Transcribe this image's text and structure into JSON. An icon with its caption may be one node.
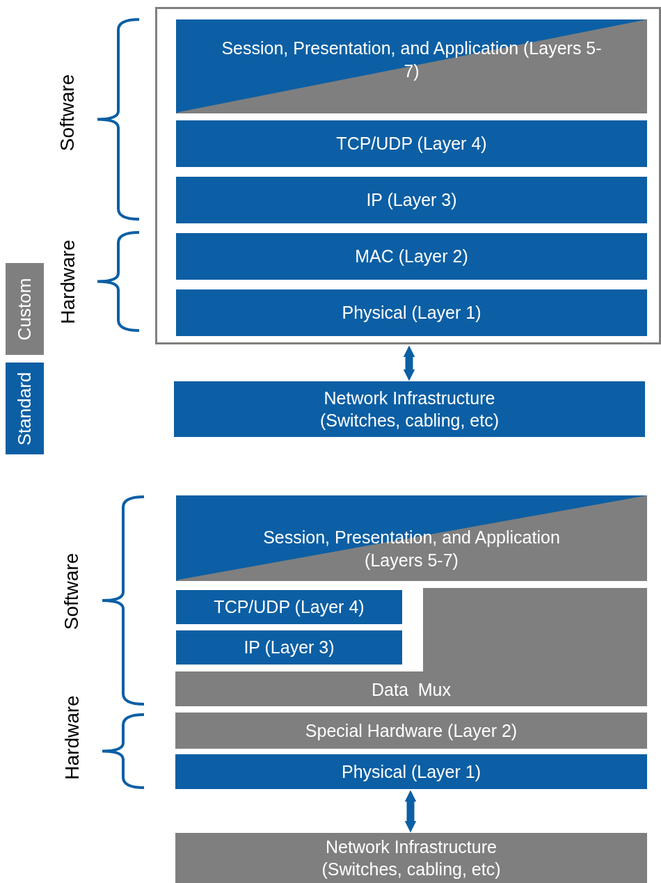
{
  "diagram": {
    "nodes": [
      {
        "text": [],
        "shape": "box"
      },
      {
        "text": [
          "Session, Presentation, and Application (Layers 5-7)"
        ],
        "in": 0
      },
      {
        "text": [
          "TCP/UDP (Layer 4)"
        ],
        "in": 0
      },
      {
        "text": [
          "IP (Layer 3)"
        ],
        "in": 0
      },
      {
        "text": [
          "MAC (Layer 2)"
        ],
        "in": 0
      },
      {
        "text": [
          "Physical (Layer 1)"
        ],
        "in": 0
      },
      {
        "text": [
          "Network Infrastructure (Switches, cabling, etc)"
        ]
      },
      {
        "text": [
          "Session, Presentation, and Application (Layers 5-7)"
        ]
      },
      {
        "text": [
          "TCP/UDP (Layer 4)"
        ]
      },
      {
        "text": [
          "IP (Layer 3)"
        ]
      },
      {
        "text": [
          "Data  Mux"
        ]
      },
      {
        "text": [
          "Special Hardware (Layer 2)"
        ]
      },
      {
        "text": [
          "Physical (Layer 1)"
        ]
      },
      {
        "text": [
          "Network Infrastructure (Switches, cabling, etc)"
        ]
      }
    ],
    "edges": [
      {
        "from": 0,
        "to": 6,
        "arrow": "both"
      },
      {
        "from": 12,
        "to": 13,
        "arrow": "both"
      }
    ],
    "labels": [
      "Software",
      "Hardware",
      "Software",
      "Hardware"
    ],
    "legend": [
      {
        "text": "Custom",
        "color": "#7f7f7f"
      },
      {
        "text": "Standard",
        "color": "#0c5fa4"
      }
    ]
  }
}
